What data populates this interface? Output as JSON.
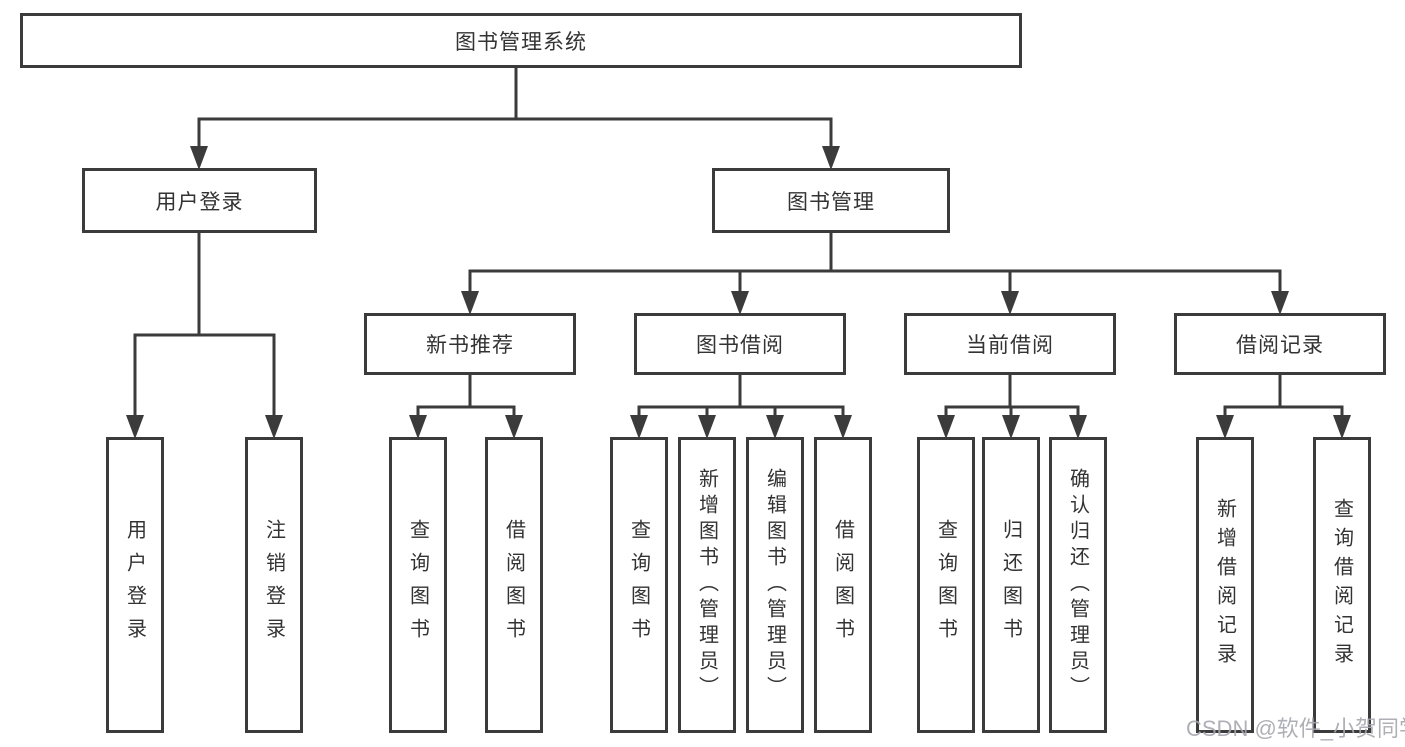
{
  "diagram_title": "图书管理系统",
  "tree": {
    "label": "图书管理系统",
    "children": [
      {
        "label": "用户登录",
        "children": [
          {
            "label": "用户登录"
          },
          {
            "label": "注销登录"
          }
        ]
      },
      {
        "label": "图书管理",
        "children": [
          {
            "label": "新书推荐",
            "children": [
              {
                "label": "查询图书"
              },
              {
                "label": "借阅图书"
              }
            ]
          },
          {
            "label": "图书借阅",
            "children": [
              {
                "label": "查询图书"
              },
              {
                "label": "新增图书（管理员）"
              },
              {
                "label": "编辑图书（管理员）"
              },
              {
                "label": "借阅图书"
              }
            ]
          },
          {
            "label": "当前借阅",
            "children": [
              {
                "label": "查询图书"
              },
              {
                "label": "归还图书"
              },
              {
                "label": "确认归还（管理员）"
              }
            ]
          },
          {
            "label": "借阅记录",
            "children": [
              {
                "label": "新增借阅记录"
              },
              {
                "label": "查询借阅记录"
              }
            ]
          }
        ]
      }
    ]
  },
  "watermark": {
    "text": "CSDN @软件_小贺同学"
  },
  "colors": {
    "line": "#3b3b3b",
    "box_border": "#3b3b3b",
    "box_background": "#ffffff",
    "text": "#333333",
    "watermark": "#a7a7b0"
  }
}
